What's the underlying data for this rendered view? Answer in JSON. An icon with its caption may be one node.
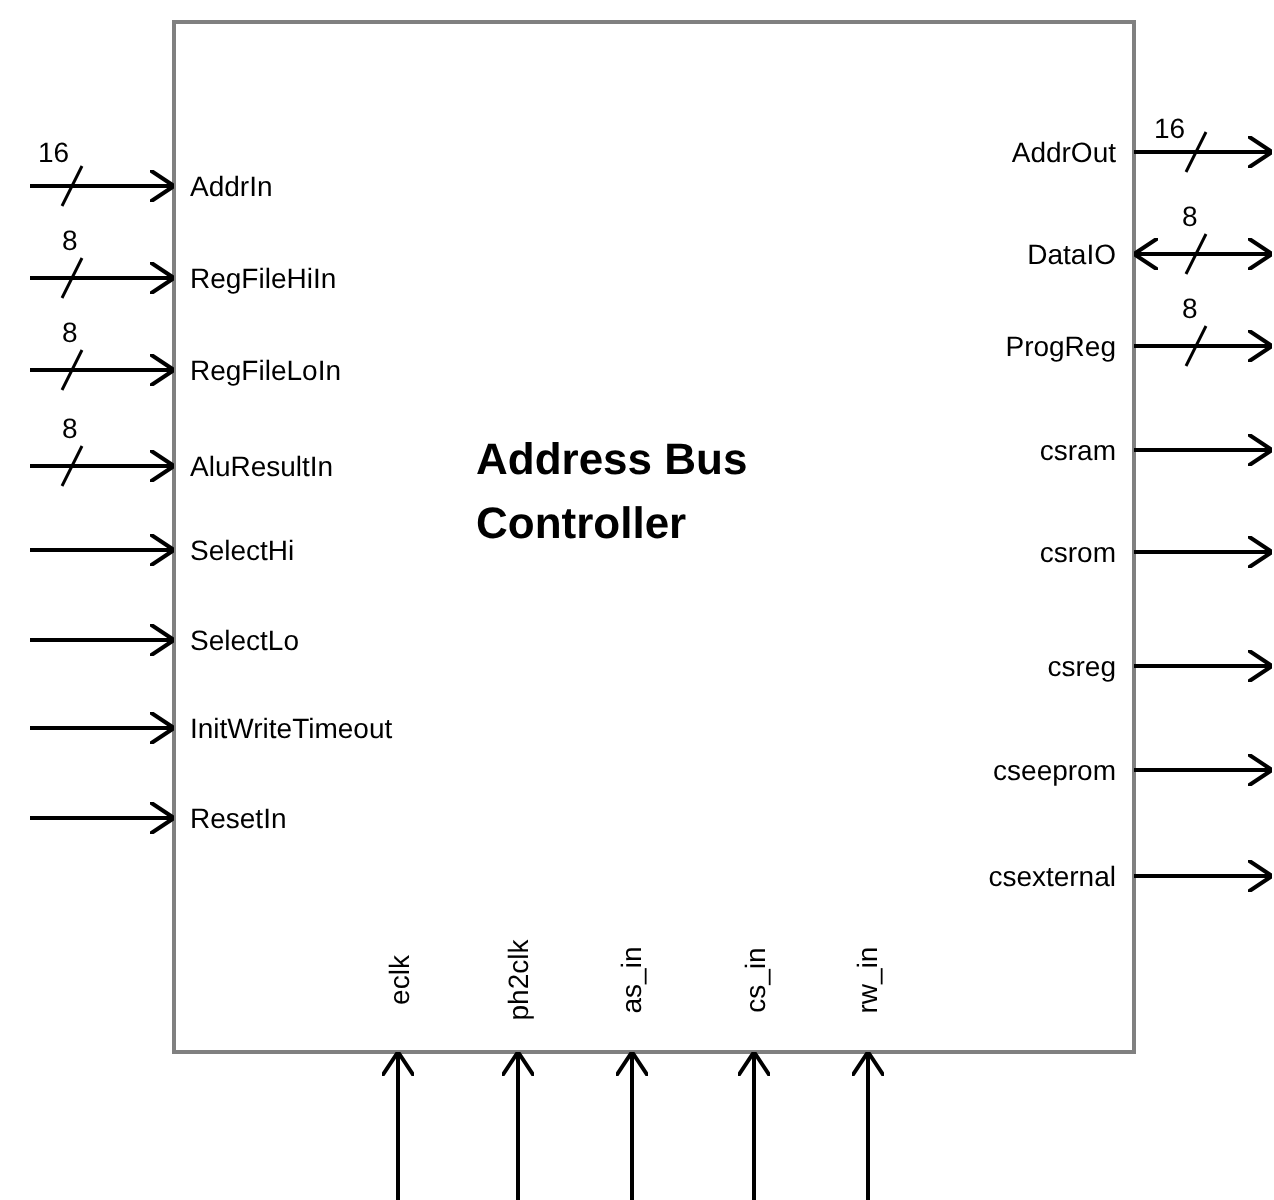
{
  "diagram": {
    "nodes": [
      {
        "text": [
          "Address Bus Controller"
        ]
      },
      {
        "text": [
          "AddrIn"
        ],
        "in": 0
      },
      {
        "text": [
          "RegFileHiIn"
        ],
        "in": 0
      },
      {
        "text": [
          "RegFileLoIn"
        ],
        "in": 0
      },
      {
        "text": [
          "AluResultIn"
        ],
        "in": 0
      },
      {
        "text": [
          "SelectHi"
        ],
        "in": 0
      },
      {
        "text": [
          "SelectLo"
        ],
        "in": 0
      },
      {
        "text": [
          "InitWriteTimeout"
        ],
        "in": 0
      },
      {
        "text": [
          "ResetIn"
        ],
        "in": 0
      },
      {
        "text": [
          "AddrOut"
        ],
        "in": 0
      },
      {
        "text": [
          "DataIO"
        ],
        "in": 0
      },
      {
        "text": [
          "ProgReg"
        ],
        "in": 0
      },
      {
        "text": [
          "csram"
        ],
        "in": 0
      },
      {
        "text": [
          "csrom"
        ],
        "in": 0
      },
      {
        "text": [
          "csreg"
        ],
        "in": 0
      },
      {
        "text": [
          "cseeprom"
        ],
        "in": 0
      },
      {
        "text": [
          "csexternal"
        ],
        "in": 0
      },
      {
        "text": [
          "eclk"
        ],
        "in": 0
      },
      {
        "text": [
          "ph2clk"
        ],
        "in": 0
      },
      {
        "text": [
          "as_in"
        ],
        "in": 0
      },
      {
        "text": [
          "cs_in"
        ],
        "in": 0
      },
      {
        "text": [
          "rw_in"
        ],
        "in": 0
      }
    ],
    "edges": [
      {
        "from": null,
        "to": 1,
        "arrow": "to",
        "label": "16"
      },
      {
        "from": null,
        "to": 2,
        "arrow": "to",
        "label": "8"
      },
      {
        "from": null,
        "to": 3,
        "arrow": "to",
        "label": "8"
      },
      {
        "from": null,
        "to": 4,
        "arrow": "to",
        "label": "8"
      },
      {
        "from": null,
        "to": 5,
        "arrow": "to"
      },
      {
        "from": null,
        "to": 6,
        "arrow": "to"
      },
      {
        "from": null,
        "to": 7,
        "arrow": "to"
      },
      {
        "from": null,
        "to": 8,
        "arrow": "to"
      },
      {
        "from": 9,
        "to": null,
        "arrow": "to",
        "label": "16"
      },
      {
        "from": 10,
        "to": null,
        "arrow": "both",
        "label": "8"
      },
      {
        "from": 11,
        "to": null,
        "arrow": "to",
        "label": "8"
      },
      {
        "from": 12,
        "to": null,
        "arrow": "to"
      },
      {
        "from": 13,
        "to": null,
        "arrow": "to"
      },
      {
        "from": 14,
        "to": null,
        "arrow": "to"
      },
      {
        "from": 15,
        "to": null,
        "arrow": "to"
      },
      {
        "from": 16,
        "to": null,
        "arrow": "to"
      },
      {
        "from": null,
        "to": 17,
        "arrow": "to"
      },
      {
        "from": null,
        "to": 18,
        "arrow": "to"
      },
      {
        "from": null,
        "to": 19,
        "arrow": "to"
      },
      {
        "from": null,
        "to": 20,
        "arrow": "to"
      },
      {
        "from": null,
        "to": 21,
        "arrow": "to"
      }
    ]
  }
}
